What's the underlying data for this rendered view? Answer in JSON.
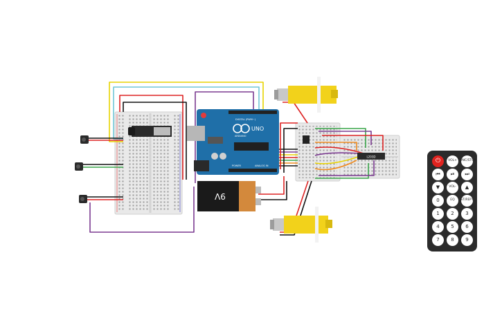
{
  "arduino": {
    "brand": "ARDUINO",
    "model": "UNO",
    "digital_label": "DIGITAL (PWM~)",
    "analog_label": "ANALOG IN",
    "power_label": "POWER"
  },
  "battery": {
    "label": "9V"
  },
  "driver_chip": {
    "label": "L293D"
  },
  "colors": {
    "arduino_blue": "#1f6fa8",
    "motor_yellow": "#f2d21b",
    "remote_body": "#2b2b2b",
    "power_button": "#e0231f",
    "wire_red": "#d22",
    "wire_black": "#111",
    "wire_yellow": "#e8d300",
    "wire_cyan": "#6fc6d6",
    "wire_purple": "#7b3a91",
    "wire_green": "#3aa64a",
    "wire_orange": "#f08a1c"
  },
  "remote": {
    "buttons": [
      {
        "label": "⏻",
        "icon": "power-icon"
      },
      {
        "label": "VOL+",
        "icon": ""
      },
      {
        "label": "FUNC/STOP",
        "icon": ""
      },
      {
        "label": "⏮",
        "icon": "rewind-icon"
      },
      {
        "label": "⏯",
        "icon": "play-pause-icon"
      },
      {
        "label": "⏭",
        "icon": "fast-forward-icon"
      },
      {
        "label": "▼",
        "icon": "down-arrow-icon"
      },
      {
        "label": "VOL-",
        "icon": ""
      },
      {
        "label": "▲",
        "icon": "up-arrow-icon"
      },
      {
        "label": "0",
        "icon": ""
      },
      {
        "label": "EQ",
        "icon": ""
      },
      {
        "label": "ST/REPT",
        "icon": ""
      },
      {
        "label": "1",
        "icon": ""
      },
      {
        "label": "2",
        "icon": ""
      },
      {
        "label": "3",
        "icon": ""
      },
      {
        "label": "4",
        "icon": ""
      },
      {
        "label": "5",
        "icon": ""
      },
      {
        "label": "6",
        "icon": ""
      },
      {
        "label": "7",
        "icon": ""
      },
      {
        "label": "8",
        "icon": ""
      },
      {
        "label": "9",
        "icon": ""
      }
    ]
  }
}
